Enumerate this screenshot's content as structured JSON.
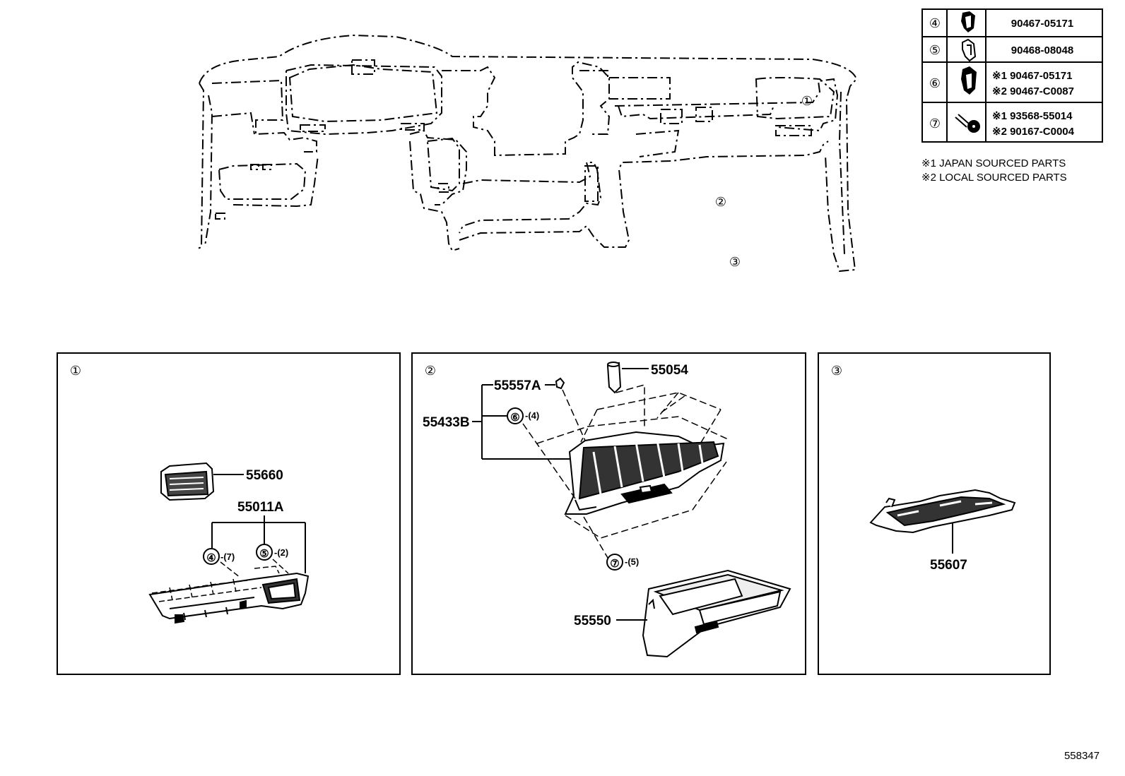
{
  "legend_table": [
    {
      "marker": "④",
      "part": "90467-05171",
      "icon": "clip-icon"
    },
    {
      "marker": "⑤",
      "part": "90468-08048",
      "icon": "clip-icon"
    },
    {
      "marker": "⑥",
      "lines": [
        "※1 90467-05171",
        "※2 90467-C0087"
      ],
      "icon": "clip-icon"
    },
    {
      "marker": "⑦",
      "lines": [
        "※1 93568-55014",
        "※2 90167-C0004"
      ],
      "icon": "screw-icon"
    }
  ],
  "notes": [
    "※1 JAPAN SOURCED PARTS",
    "※2 LOCAL SOURCED PARTS"
  ],
  "overview_markers": [
    "①",
    "②",
    "③"
  ],
  "panels": {
    "p1": {
      "marker": "①",
      "labels": {
        "vent": "55660",
        "garnish": "55011A",
        "c4": "④",
        "q4": "-(7)",
        "c5": "⑤",
        "q5": "-(2)"
      }
    },
    "p2": {
      "marker": "②",
      "labels": {
        "screw": "55557A",
        "damper": "55054",
        "assy": "55433B",
        "c6": "⑥",
        "q6": "-(4)",
        "c7": "⑦",
        "q7": "-(5)",
        "door": "55550"
      }
    },
    "p3": {
      "marker": "③",
      "labels": {
        "panel": "55607"
      }
    }
  },
  "diagram_id": "558347"
}
